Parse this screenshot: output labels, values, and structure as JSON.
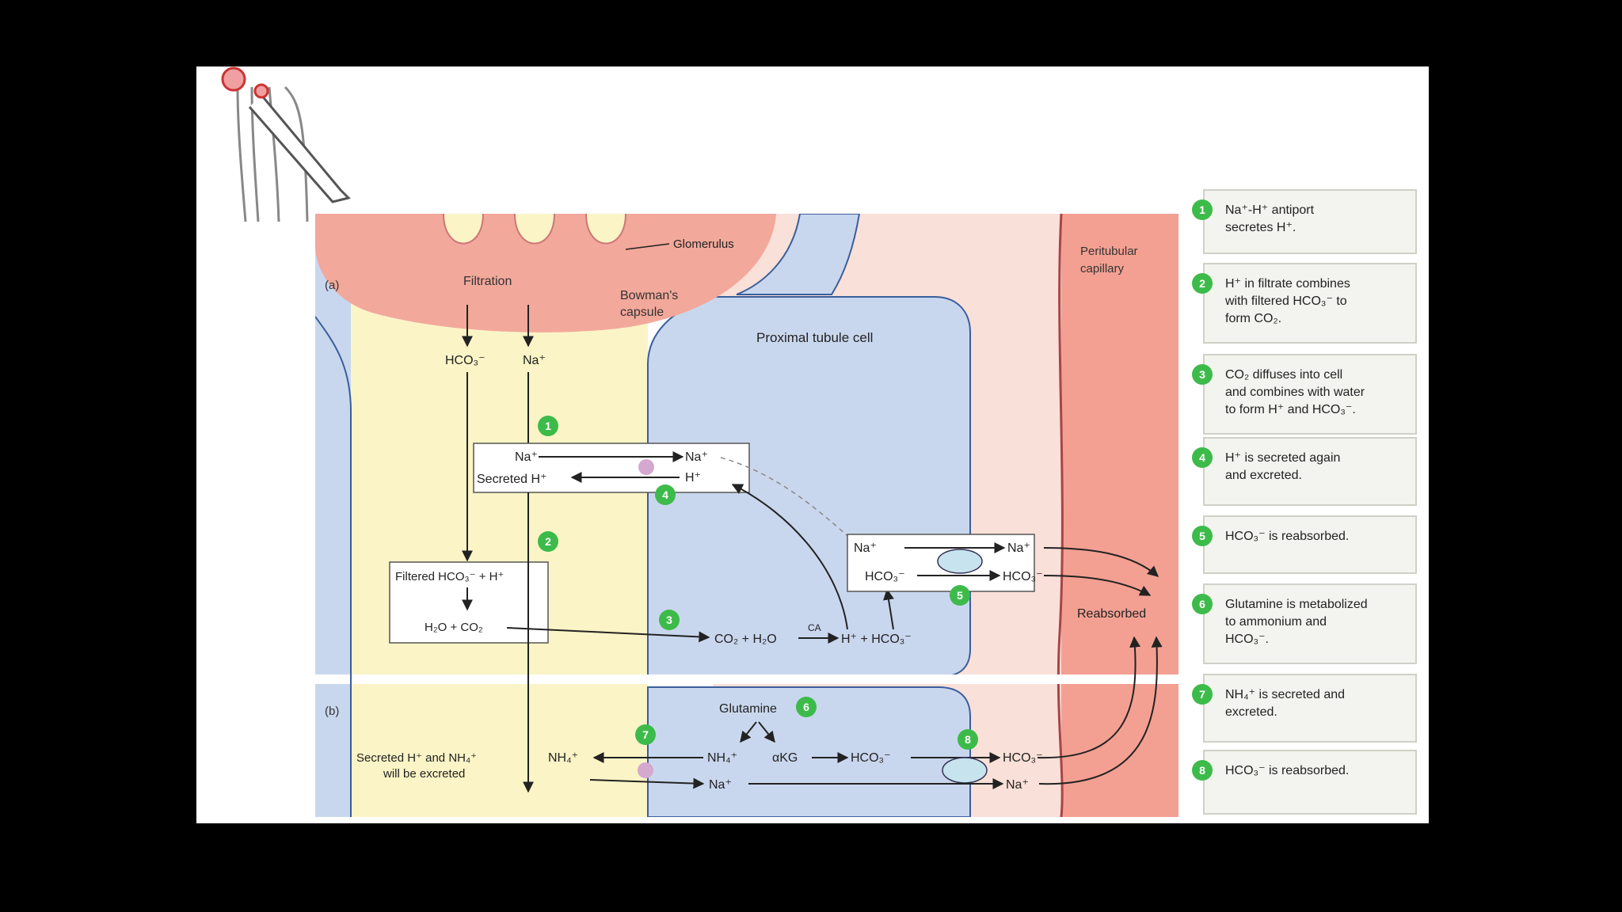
{
  "colors": {
    "frame": "#000000",
    "slide": "#ffffff",
    "lumen": "#fbf4c6",
    "glomerulus": "#f2a89b",
    "cell": "#c9d7ee",
    "interstitium": "#f9e0d8",
    "capillary": "#f3a092",
    "step_badge": "#3dbb4a",
    "transporter": "#d4a8cf",
    "antiporter": "#c7e3ee"
  },
  "labels": {
    "glomerulus": "Glomerulus",
    "part_a": "(a)",
    "part_b": "(b)",
    "filtration": "Filtration",
    "bowmans_line1": "Bowman's",
    "bowmans_line2": "capsule",
    "proximal_tubule_cell": "Proximal tubule cell",
    "peritubular_line1": "Peritubular",
    "peritubular_line2": "capillary",
    "reabsorbed": "Reabsorbed",
    "lumen_hco3": "HCO₃⁻",
    "lumen_na": "Na⁺",
    "box1_na_left": "Na⁺",
    "box1_na_right": "Na⁺",
    "box1_secreted_h": "Secreted H⁺",
    "box1_h": "H⁺",
    "box2_filtered": "Filtered HCO₃⁻ + H⁺",
    "box2_h2o_co2": "H₂O + CO₂",
    "reaction_co2_h2o": "CO₂ + H₂O",
    "reaction_ca": "CA",
    "reaction_products": "H⁺ + HCO₃⁻",
    "basal_na_left": "Na⁺",
    "basal_na_right": "Na⁺",
    "basal_hco3_left": "HCO₃⁻",
    "basal_hco3_right": "HCO₃⁻",
    "glutamine": "Glutamine",
    "b_nh4_cell": "NH₄⁺",
    "b_akg": "αKG",
    "b_hco3_cell": "HCO₃⁻",
    "b_hco3_out": "HCO₃⁻",
    "b_nh4_lumen": "NH₄⁺",
    "b_na_cell": "Na⁺",
    "b_na_out": "Na⁺",
    "excreted_line1": "Secreted H⁺ and NH₄⁺",
    "excreted_line2": "will be excreted"
  },
  "steps": [
    {
      "n": "1",
      "line1": "Na⁺-H⁺ antiport",
      "line2": "secretes H⁺.",
      "line3": ""
    },
    {
      "n": "2",
      "line1": "H⁺ in filtrate combines",
      "line2": "with filtered HCO₃⁻ to",
      "line3": "form CO₂."
    },
    {
      "n": "3",
      "line1": "CO₂ diffuses into cell",
      "line2": "and combines with water",
      "line3": "to form H⁺ and HCO₃⁻."
    },
    {
      "n": "4",
      "line1": "H⁺ is secreted again",
      "line2": "and excreted.",
      "line3": ""
    },
    {
      "n": "5",
      "line1": "HCO₃⁻ is reabsorbed.",
      "line2": "",
      "line3": ""
    },
    {
      "n": "6",
      "line1": "Glutamine is metabolized",
      "line2": "to ammonium and",
      "line3": "HCO₃⁻."
    },
    {
      "n": "7",
      "line1": "NH₄⁺ is secreted and",
      "line2": "excreted.",
      "line3": ""
    },
    {
      "n": "8",
      "line1": "HCO₃⁻ is reabsorbed.",
      "line2": "",
      "line3": ""
    }
  ],
  "badges_in_diagram": [
    "1",
    "2",
    "3",
    "4",
    "5",
    "6",
    "7",
    "8"
  ]
}
